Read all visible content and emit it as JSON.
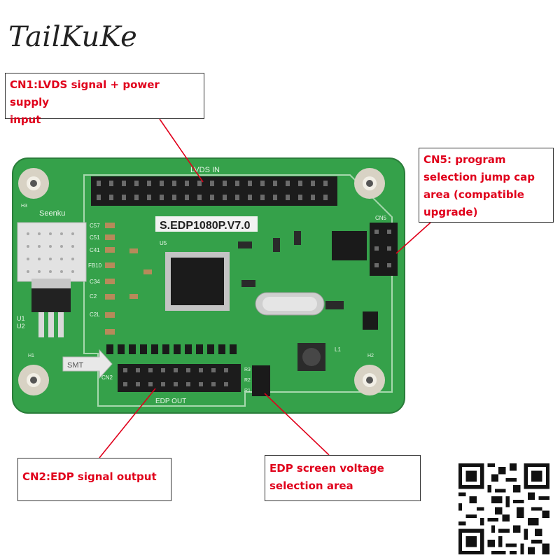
{
  "brand": "TailKuKe",
  "callouts": {
    "cn1_line1": "CN1:LVDS signal + power supply",
    "cn1_line2": "input",
    "cn5_line1": "CN5: program",
    "cn5_line2": "selection jump cap",
    "cn5_line3": "area (compatible",
    "cn5_line4": "upgrade)",
    "cn2": "CN2:EDP signal output",
    "edp_line1": "EDP screen voltage",
    "edp_line2": "selection area"
  },
  "board_labels": {
    "lvds_in": "LVDS IN",
    "seenku": "Seenku",
    "model": "S.EDP1080P.V7.0",
    "cn5": "CN5",
    "cn2": "CN2",
    "edp_out": "EDP OUT",
    "smt": "SMT",
    "u1": "U1",
    "u2": "U2",
    "h1": "H1",
    "h2": "H2",
    "h3": "H3",
    "l1": "L1",
    "u5": "U5",
    "r1": "R1",
    "r2": "R2",
    "r3": "R3",
    "caps": [
      "C57",
      "C51",
      "C41",
      "FB10",
      "C34",
      "C2",
      "C2L"
    ]
  },
  "colors": {
    "pcb": "#35a14a",
    "callout_text": "#e0001b",
    "leader_line": "#e0001b"
  }
}
